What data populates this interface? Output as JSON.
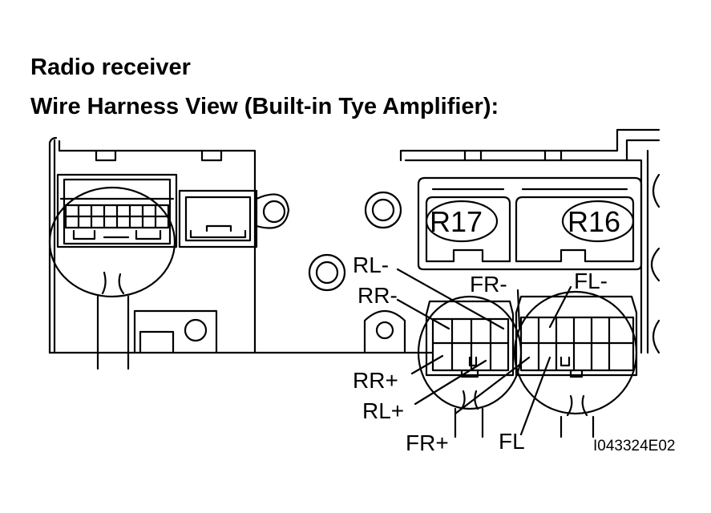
{
  "title": "Radio receiver",
  "subtitle": "Wire Harness View (Built-in Tye Amplifier):",
  "connectors": {
    "left": "R17",
    "right": "R16"
  },
  "pins": {
    "rl_minus": "RL-",
    "rr_minus": "RR-",
    "fr_minus": "FR-",
    "fl_minus": "FL-",
    "rr_plus": "RR+",
    "rl_plus": "RL+",
    "fr_plus": "FR+",
    "fl_plus": "FL"
  },
  "figure_code": "I043324E02"
}
